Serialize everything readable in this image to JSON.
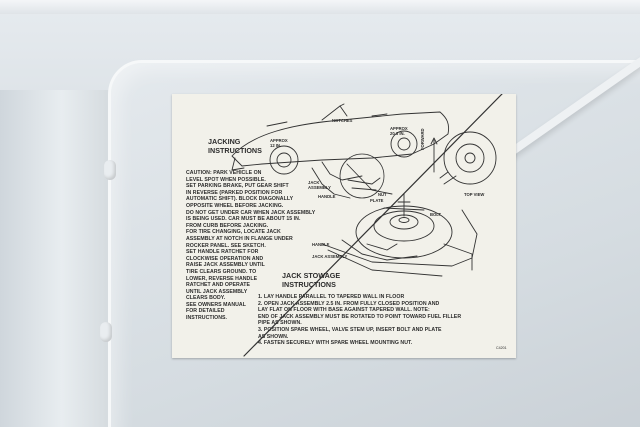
{
  "decal": {
    "jacking_title": [
      "JACKING",
      "INSTRUCTIONS"
    ],
    "jacking_steps": [
      "CAUTION: PARK VEHICLE ON",
      "LEVEL SPOT WHEN POSSIBLE.",
      "SET PARKING BRAKE, PUT GEAR SHIFT",
      "IN REVERSE (PARKED POSITION FOR",
      "AUTOMATIC SHIFT). BLOCK DIAGONALLY",
      "OPPOSITE WHEEL BEFORE JACKING.",
      "DO NOT GET UNDER CAR WHEN JACK ASSEMBLY",
      "IS BEING USED. CAR MUST BE ABOUT 15 IN.",
      "FROM CURB BEFORE JACKING.",
      "FOR TIRE CHANGING, LOCATE JACK",
      "ASSEMBLY AT NOTCH IN FLANGE UNDER",
      "ROCKER PANEL. SEE SKETCH.",
      "SET HANDLE RATCHET FOR",
      "CLOCKWISE OPERATION AND",
      "RAISE JACK ASSEMBLY UNTIL",
      "TIRE CLEARS GROUND. TO",
      "LOWER, REVERSE HANDLE",
      "RATCHET AND OPERATE",
      "UNTIL JACK ASSEMBLY",
      "CLEARS BODY.",
      "SEE OWNERS MANUAL",
      "FOR DETAILED",
      "INSTRUCTIONS."
    ],
    "stowage_title": [
      "JACK STOWAGE",
      "INSTRUCTIONS"
    ],
    "stowage_steps": [
      "1. LAY HANDLE PARALLEL TO TAPERED WALL IN FLOOR",
      "2. OPEN JACK ASSEMBLY 2.5 IN. FROM FULLY CLOSED POSITION AND",
      "    LAY FLAT ON FLOOR WITH BASE AGAINST TAPERED WALL. NOTE:",
      "    END OF JACK ASSEMBLY MUST BE ROTATED TO POINT TOWARD FUEL FILLER",
      "    PIPE AS SHOWN.",
      "3. POSITION SPARE WHEEL, VALVE STEM UP, INSERT BOLT AND PLATE",
      "    AS SHOWN.",
      "4. FASTEN SECURELY WITH SPARE WHEEL MOUNTING NUT."
    ],
    "labels": {
      "notches": "NOTCHES",
      "approx_front": [
        "APPROX",
        "12 IN."
      ],
      "approx_rear": [
        "APPROX",
        "20.3 IN."
      ],
      "jack_assembly": [
        "JACK",
        "ASSEMBLY"
      ],
      "handle": "HANDLE",
      "forward": "FORWARD",
      "top_view": "TOP VIEW",
      "nut": "NUT",
      "plate": "PLATE",
      "bolt": "BOLT",
      "handle_stow": "HANDLE",
      "jack_assembly_stow": "JACK ASSEMBLY"
    },
    "part_number": "C4201"
  }
}
